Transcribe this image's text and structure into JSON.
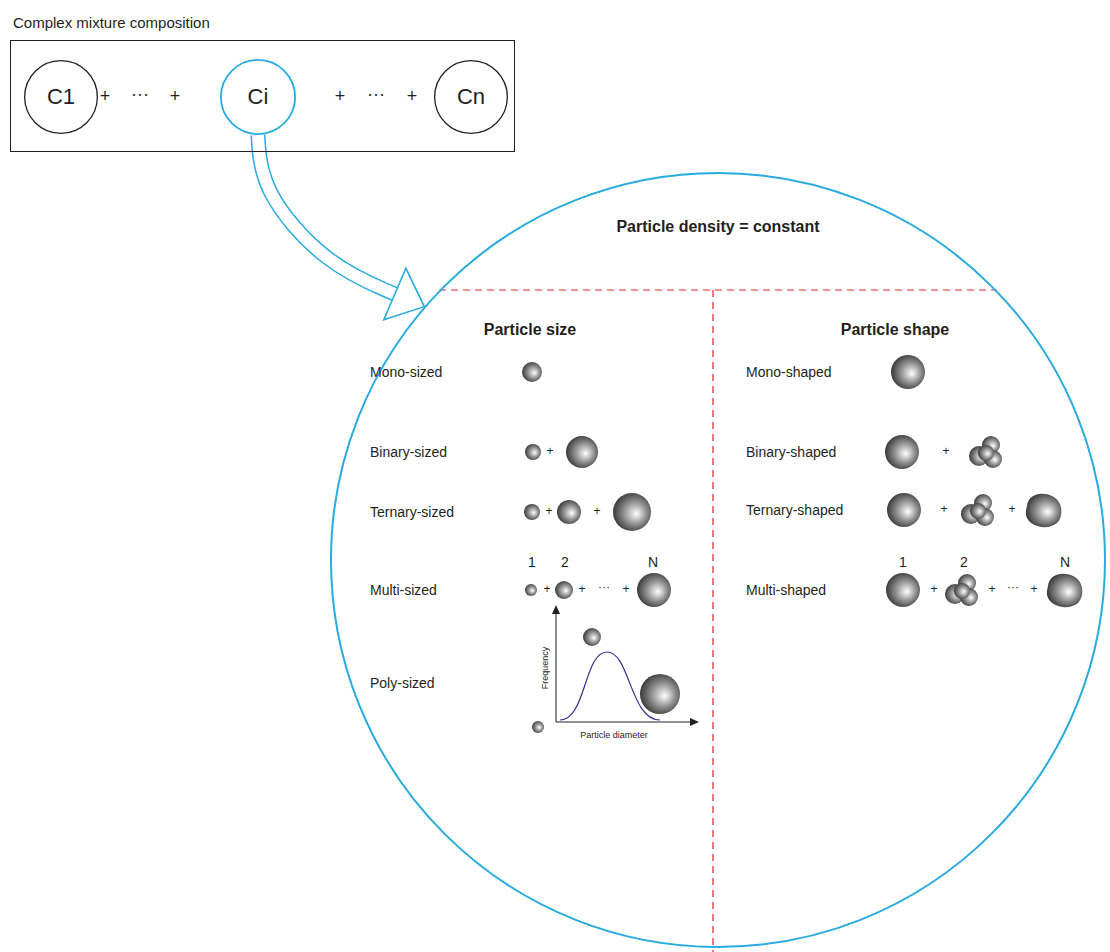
{
  "diagram": {
    "nodes": [
      {
        "text": [
          "Complex mixture composition"
        ]
      },
      {
        "text": [
          "C1"
        ],
        "in": 0
      },
      {
        "text": [
          "Ci"
        ],
        "in": 0
      },
      {
        "text": [
          "Cn"
        ],
        "in": 0
      },
      {
        "text": [
          "Particle density = constant"
        ]
      }
    ],
    "edges": [
      {
        "from": 2,
        "to": 4,
        "arrow": "to"
      }
    ],
    "labels": [
      "+",
      "···",
      "+",
      "+",
      "···",
      "+",
      "Particle size",
      "Particle shape",
      "Mono-sized",
      "Mono-shaped",
      "Binary-sized",
      "+",
      "Binary-shaped",
      "+",
      "Ternary-sized",
      "+",
      "+",
      "Ternary-shaped",
      "+",
      "+",
      "1",
      "2",
      "N",
      "1",
      "2",
      "N",
      "Multi-sized",
      "+",
      "+",
      "···",
      "+",
      "Multi-shaped",
      "+",
      "+",
      "···",
      "+",
      "Poly-sized",
      "Frequency",
      "Particle diameter"
    ]
  }
}
